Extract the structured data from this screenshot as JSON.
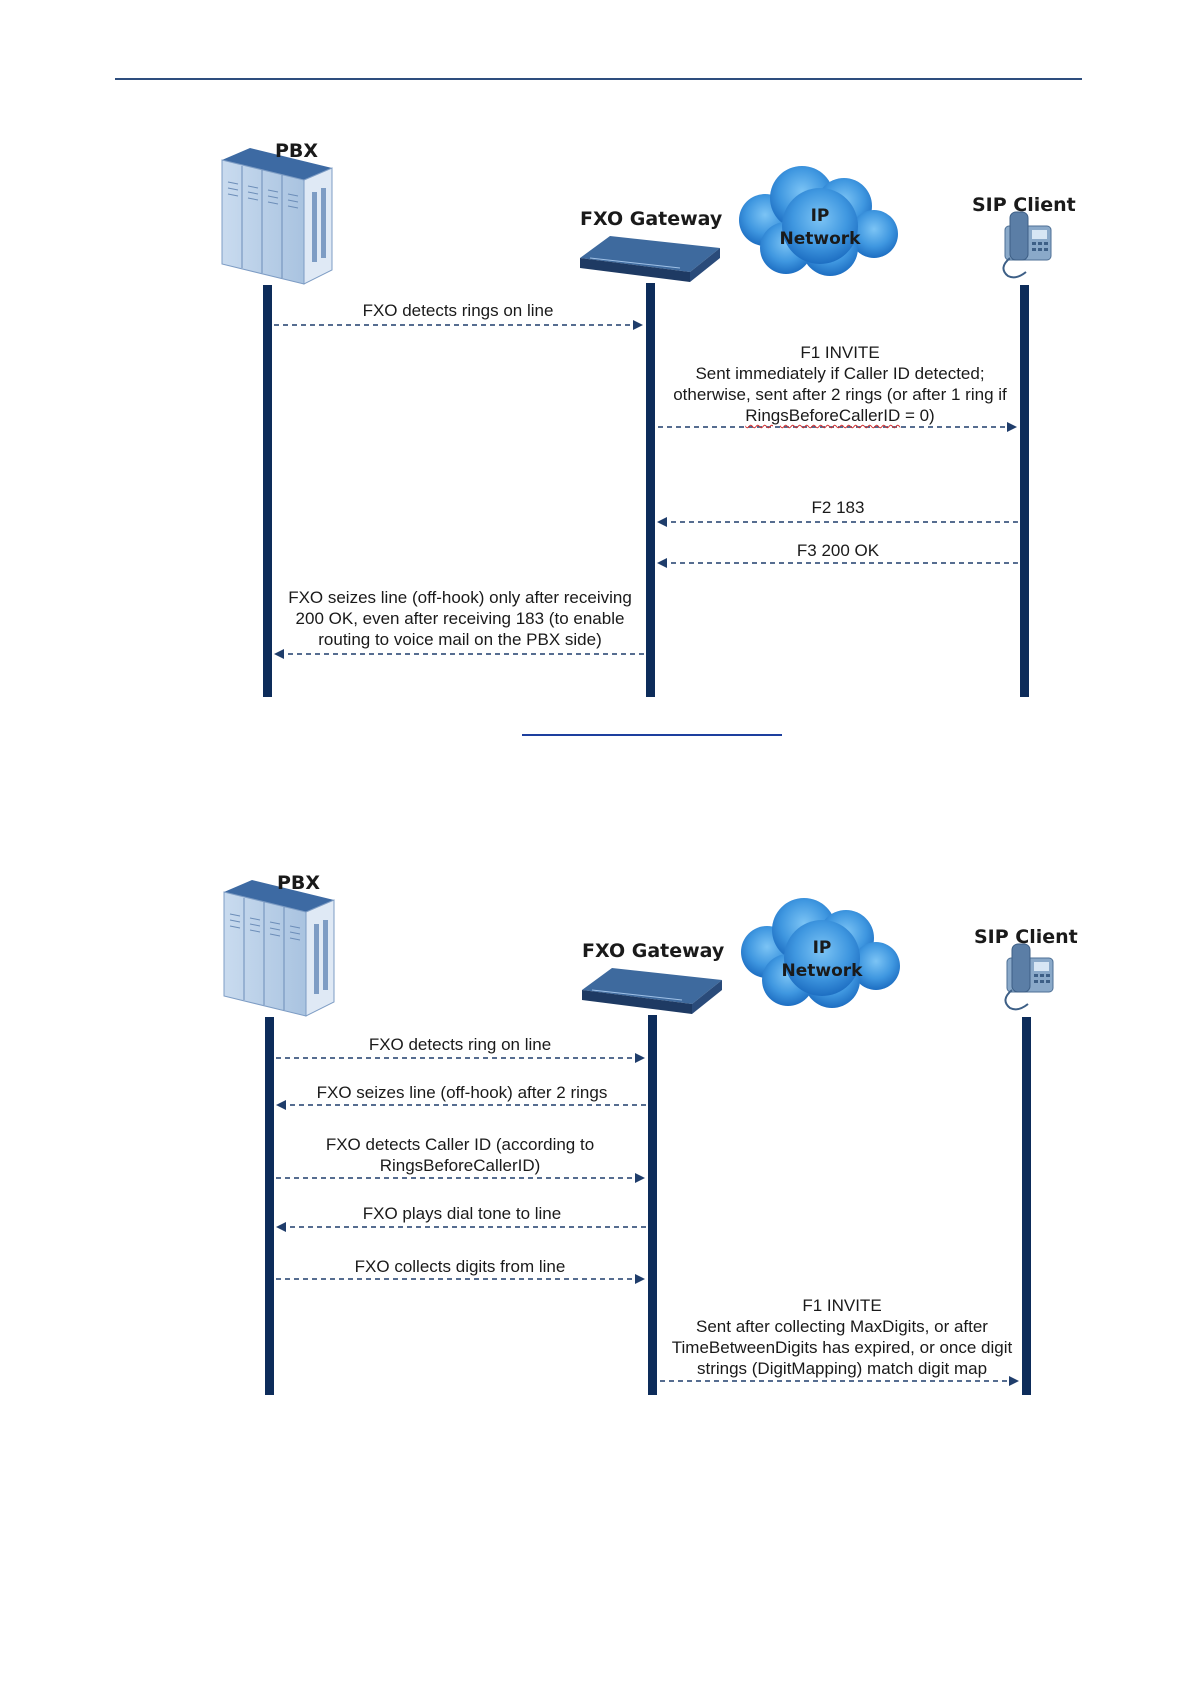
{
  "page": {
    "link_color": "#1d3f9e",
    "rule_color": "#2e4e7e",
    "lifeline_color": "#0d2c5a",
    "arrow_color": "#1f3d6b"
  },
  "diagram1": {
    "entities": {
      "pbx": "PBX",
      "gateway": "FXO Gateway",
      "network_line1": "IP",
      "network_line2": "Network",
      "client": "SIP Client"
    },
    "messages": [
      {
        "lines": [
          "FXO detects rings on line"
        ]
      },
      {
        "lines": [
          "F1   INVITE",
          "Sent immediately if Caller ID detected;",
          "otherwise, sent after 2 rings (or after 1 ring if",
          "RingsBeforeCallerID = 0)"
        ]
      },
      {
        "lines": [
          "F2 183"
        ]
      },
      {
        "lines": [
          "F3 200 OK"
        ]
      },
      {
        "lines": [
          "FXO seizes line (off-hook) only after receiving",
          "200 OK, even after receiving 183 (to enable",
          "routing to voice mail on the PBX side)"
        ]
      }
    ]
  },
  "diagram2": {
    "entities": {
      "pbx": "PBX",
      "gateway": "FXO Gateway",
      "network_line1": "IP",
      "network_line2": "Network",
      "client": "SIP Client"
    },
    "messages": [
      {
        "lines": [
          "FXO detects ring on line"
        ]
      },
      {
        "lines": [
          "FXO seizes line (off-hook) after 2 rings"
        ]
      },
      {
        "lines": [
          "FXO detects Caller ID (according to",
          "RingsBeforeCallerID)"
        ]
      },
      {
        "lines": [
          "FXO plays dial tone to line"
        ]
      },
      {
        "lines": [
          "FXO collects digits from line"
        ]
      },
      {
        "lines": [
          "F1   INVITE",
          "Sent after collecting MaxDigits, or after",
          "TimeBetweenDigits has expired, or once digit",
          "strings (DigitMapping) match digit map"
        ]
      }
    ]
  }
}
